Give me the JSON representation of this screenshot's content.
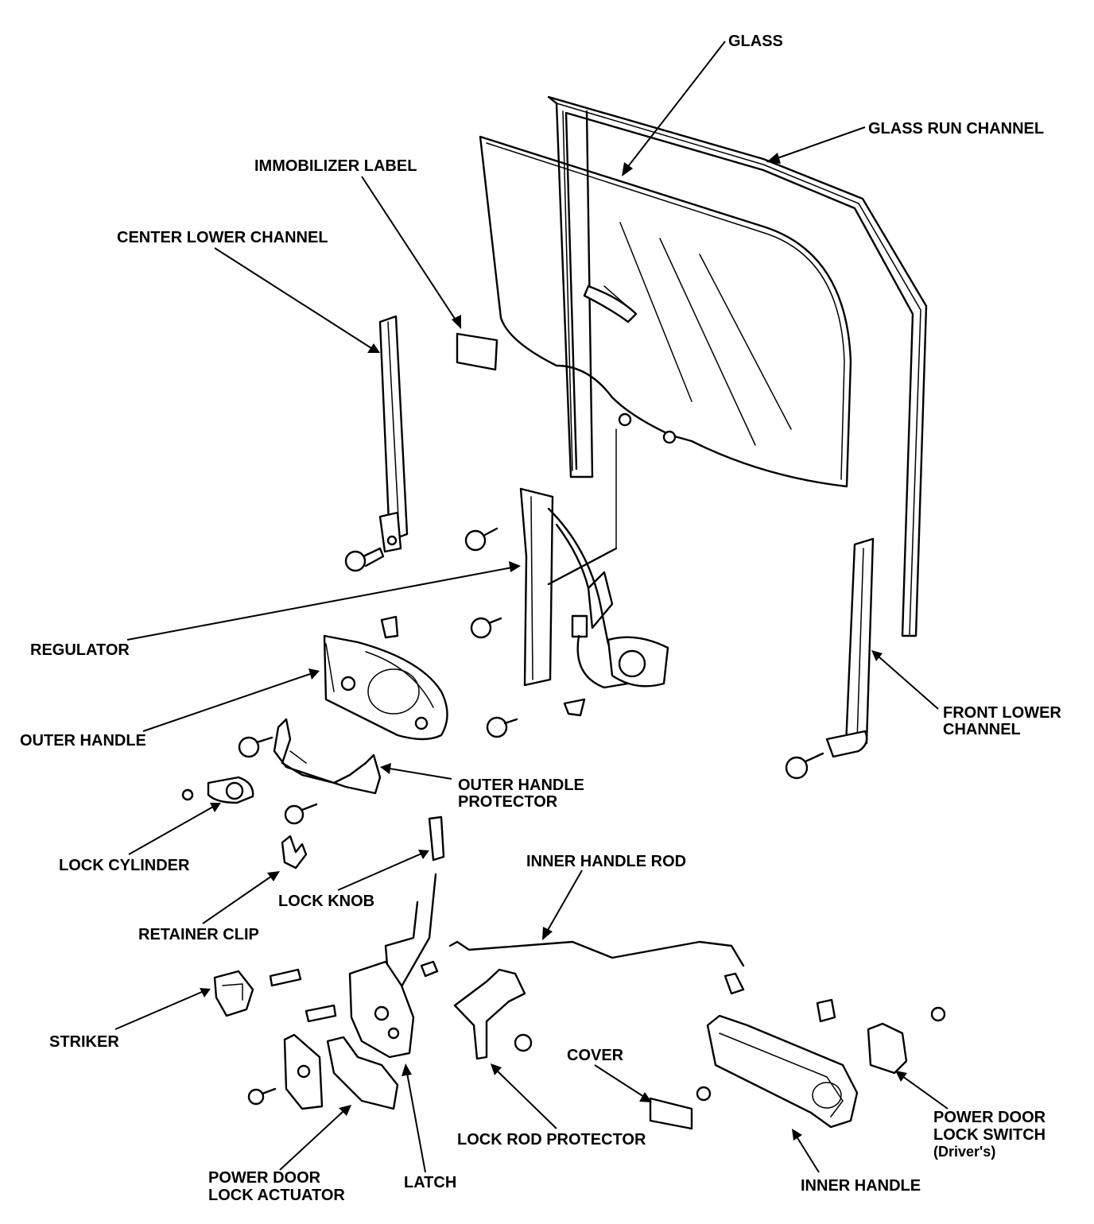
{
  "labels": {
    "glass": "GLASS",
    "glass_run_channel": "GLASS RUN CHANNEL",
    "immobilizer_label": "IMMOBILIZER LABEL",
    "center_lower_channel": "CENTER LOWER CHANNEL",
    "regulator": "REGULATOR",
    "outer_handle": "OUTER HANDLE",
    "outer_handle_protector_1": "OUTER HANDLE",
    "outer_handle_protector_2": "PROTECTOR",
    "front_lower_channel_1": "FRONT LOWER",
    "front_lower_channel_2": "CHANNEL",
    "lock_cylinder": "LOCK CYLINDER",
    "retainer_clip": "RETAINER CLIP",
    "lock_knob": "LOCK KNOB",
    "inner_handle_rod": "INNER HANDLE ROD",
    "striker": "STRIKER",
    "cover": "COVER",
    "lock_rod_protector": "LOCK ROD PROTECTOR",
    "power_door_lock_switch_1": "POWER DOOR",
    "power_door_lock_switch_2": "LOCK SWITCH",
    "power_door_lock_switch_3": "(Driver's)",
    "power_door_lock_actuator_1": "POWER DOOR",
    "power_door_lock_actuator_2": "LOCK ACTUATOR",
    "latch": "LATCH",
    "inner_handle": "INNER HANDLE"
  }
}
